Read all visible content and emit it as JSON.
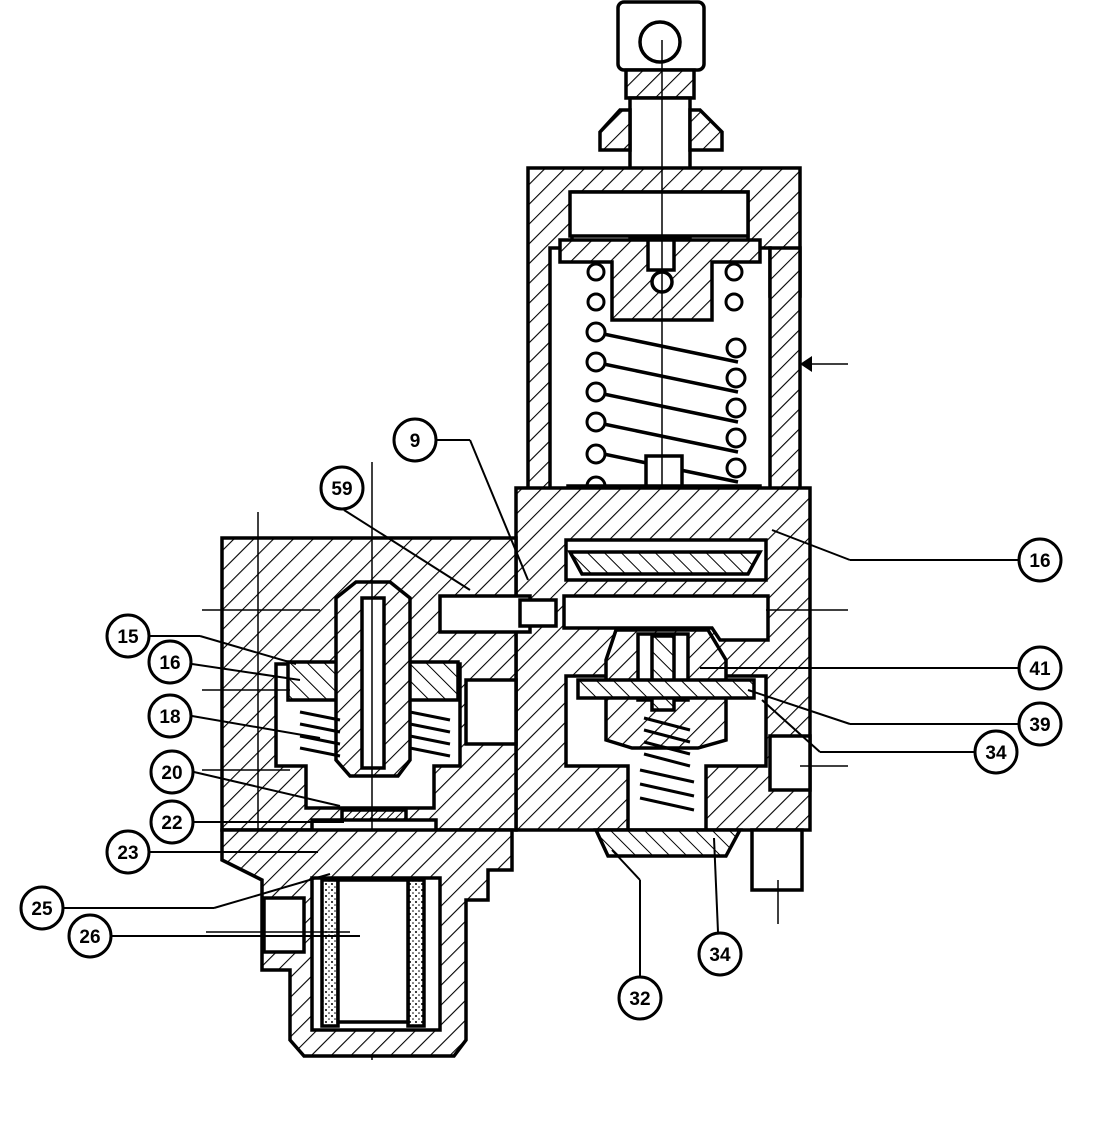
{
  "callouts": {
    "c9": {
      "label": "9"
    },
    "c59": {
      "label": "59"
    },
    "c15": {
      "label": "15"
    },
    "c16l": {
      "label": "16"
    },
    "c18": {
      "label": "18"
    },
    "c20": {
      "label": "20"
    },
    "c22": {
      "label": "22"
    },
    "c23": {
      "label": "23"
    },
    "c25": {
      "label": "25"
    },
    "c26": {
      "label": "26"
    },
    "c16r": {
      "label": "16"
    },
    "c41": {
      "label": "41"
    },
    "c39": {
      "label": "39"
    },
    "c34r": {
      "label": "34"
    },
    "c34b": {
      "label": "34"
    },
    "c32": {
      "label": "32"
    }
  },
  "colors": {
    "ink": "#000000",
    "paper": "#ffffff"
  }
}
